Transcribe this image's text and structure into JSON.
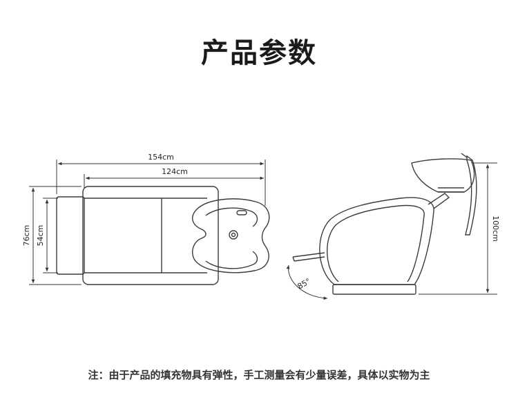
{
  "title": "产品参数",
  "top_view": {
    "overall_length": "154cm",
    "seat_length": "124cm",
    "overall_width": "76cm",
    "seat_width": "54cm"
  },
  "side_view": {
    "height": "100cm",
    "recline_angle": "85°"
  },
  "footnote": "注：由于产品的填充物具有弹性，手工测量会有少量误差，具体以实物为主",
  "colors": {
    "line": "#3a3a3a",
    "text": "#222222"
  }
}
